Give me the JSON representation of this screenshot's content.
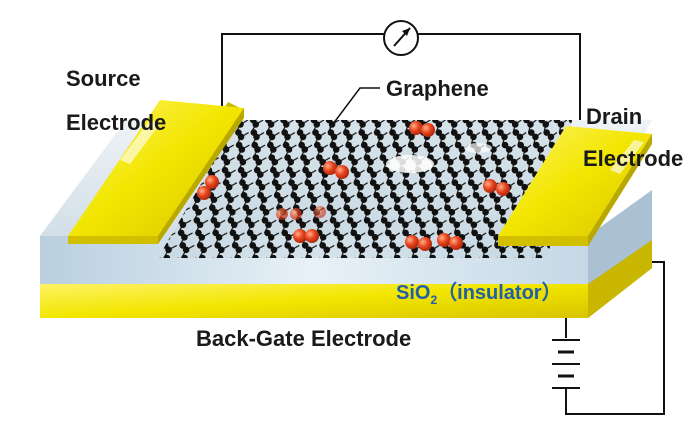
{
  "labels": {
    "source_line1": "Source",
    "source_line2": "Electrode",
    "graphene": "Graphene",
    "drain_line1": "Drain",
    "drain_line2": "Electrode",
    "sio2_main": "SiO",
    "sio2_sub": "2",
    "sio2_rest": "（insulator）",
    "back_gate": "Back-Gate Electrode"
  },
  "colors": {
    "electrode_gold": "#f2e600",
    "insulator_blue": "#c9dbe8",
    "graphene_atom": "#111111",
    "adsorbate_red": "#e8451f",
    "label_blue": "#1f5fa8"
  },
  "icons": {
    "meter": "ammeter-icon",
    "battery": "battery-icon"
  }
}
